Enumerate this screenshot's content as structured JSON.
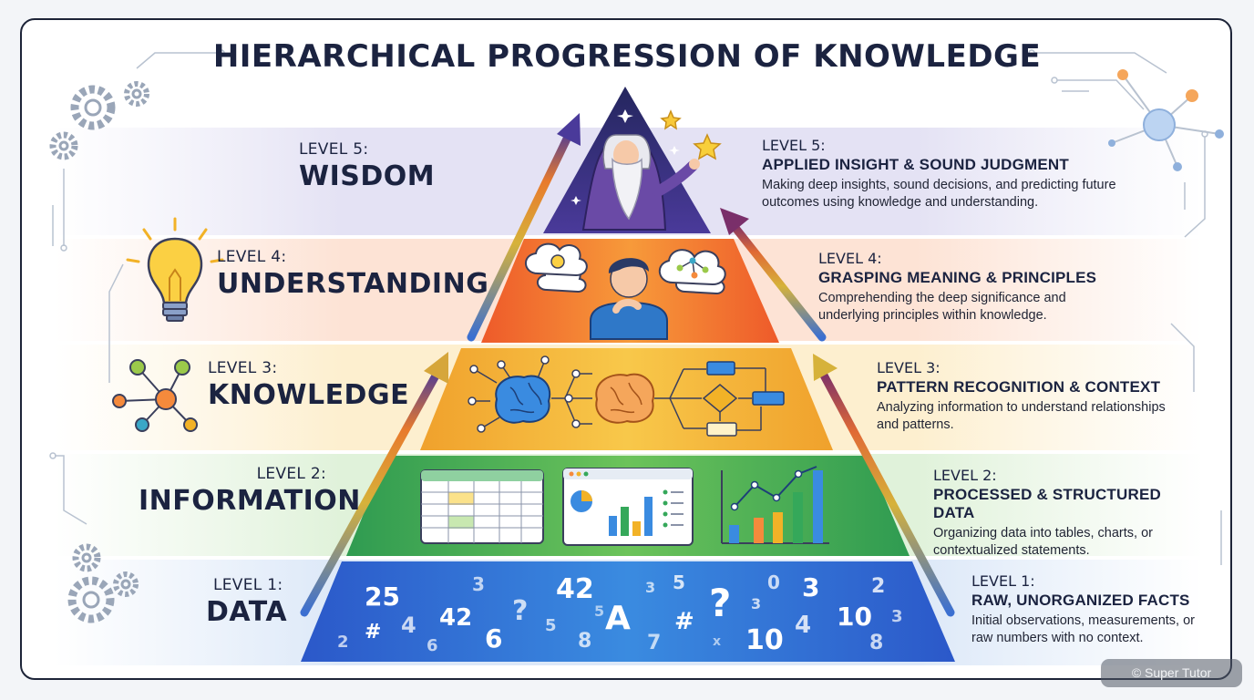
{
  "title": "HIERARCHICAL PROGRESSION OF KNOWLEDGE",
  "levels": [
    {
      "number": "LEVEL 5:",
      "name": "WISDOM",
      "right_number": "LEVEL 5:",
      "heading": "APPLIED INSIGHT & SOUND JUDGMENT",
      "description": "Making deep insights, sound decisions, and predicting future outcomes using knowledge and understanding."
    },
    {
      "number": "LEVEL 4:",
      "name": "UNDERSTANDING",
      "right_number": "LEVEL 4:",
      "heading": "GRASPING MEANING & PRINCIPLES",
      "description": "Comprehending the deep significance and underlying principles within knowledge."
    },
    {
      "number": "LEVEL 3:",
      "name": "KNOWLEDGE",
      "right_number": "LEVEL 3:",
      "heading": "PATTERN RECOGNITION & CONTEXT",
      "description": "Analyzing information to understand relationships and patterns."
    },
    {
      "number": "LEVEL 2:",
      "name": "INFORMATION",
      "right_number": "LEVEL 2:",
      "heading": "PROCESSED & STRUCTURED DATA",
      "description": "Organizing data into tables, charts, or contextualized statements."
    },
    {
      "number": "LEVEL 1:",
      "name": "DATA",
      "right_number": "LEVEL 1:",
      "heading": "RAW, UNORGANIZED FACTS",
      "description": "Initial observations, measurements, or raw numbers with no context."
    }
  ],
  "data_tier_glyphs": [
    "25",
    "42",
    "3",
    "42",
    "?",
    "3",
    "5",
    "0",
    "3",
    "2",
    "#",
    "4",
    "6",
    "6",
    "5",
    "8",
    "A",
    "#",
    "?",
    "3",
    "10",
    "10",
    "3",
    "8",
    "2",
    "7",
    "x",
    "4",
    "5"
  ],
  "icons": {
    "wisdom": "sage-icon",
    "understanding": "thinking-person-icon",
    "knowledge": "brain-network-icon",
    "information": "table-chart-icon",
    "left_understanding": "lightbulb-icon",
    "left_knowledge": "network-nodes-icon",
    "gears": "gear-icon"
  },
  "colors": {
    "title": "#1b2340",
    "tier_data": "#2f63d6",
    "tier_information": "#35a85a",
    "tier_knowledge": "#f2a32a",
    "tier_understanding": "#f0662b",
    "tier_wisdom": "#3b2f86",
    "arrow_left": "#5a3e9e",
    "arrow_right": "#7a2f6a"
  },
  "watermark": "© Super Tutor"
}
